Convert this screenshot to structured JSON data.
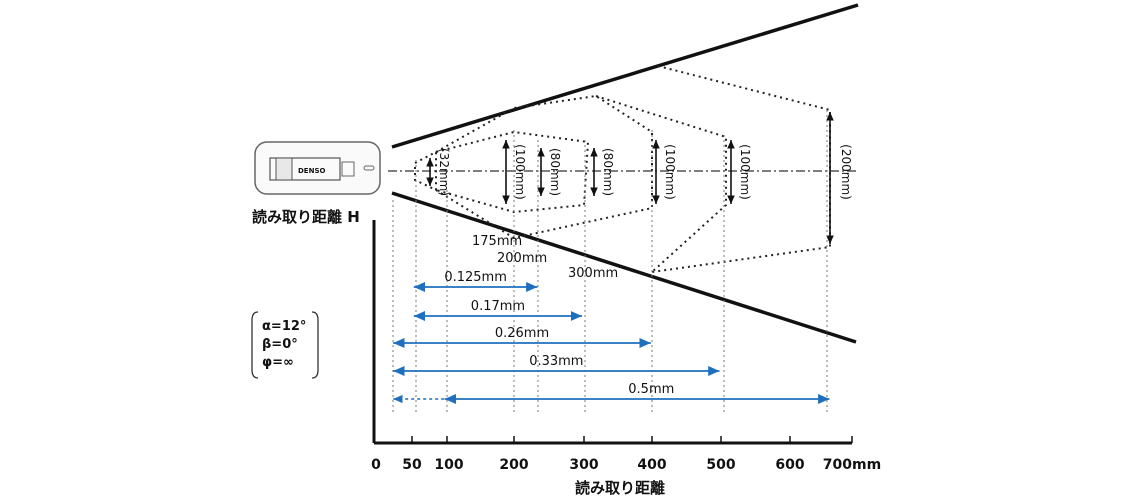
{
  "device": {
    "logo_text": "DENSO"
  },
  "labels": {
    "reading_distance_h": "読み取り距離 H",
    "x_axis_title": "読み取り距離",
    "params": [
      "α=12°",
      "β=0°",
      "φ=∞"
    ]
  },
  "x_axis": {
    "ticks": [
      "0",
      "50",
      "100",
      "200",
      "300",
      "400",
      "500",
      "600",
      "700mm"
    ]
  },
  "distance_marks": [
    "175mm",
    "200mm",
    "300mm"
  ],
  "field_heights": [
    "(32mm)",
    "(100mm)",
    "(80mm)",
    "(80mm)",
    "(100mm)",
    "(100mm)",
    "(200mm)"
  ],
  "resolutions": [
    {
      "label": "0.125mm",
      "from": 55,
      "to": 235
    },
    {
      "label": "0.17mm",
      "from": 55,
      "to": 300
    },
    {
      "label": "0.26mm",
      "from": 25,
      "to": 400
    },
    {
      "label": "0.33mm",
      "from": 25,
      "to": 500
    },
    {
      "label": "0.5mm",
      "from": 25,
      "to": 660,
      "dashed_until": 100
    }
  ],
  "colors": {
    "arrow": "#1f6fbf",
    "line": "#111111"
  }
}
